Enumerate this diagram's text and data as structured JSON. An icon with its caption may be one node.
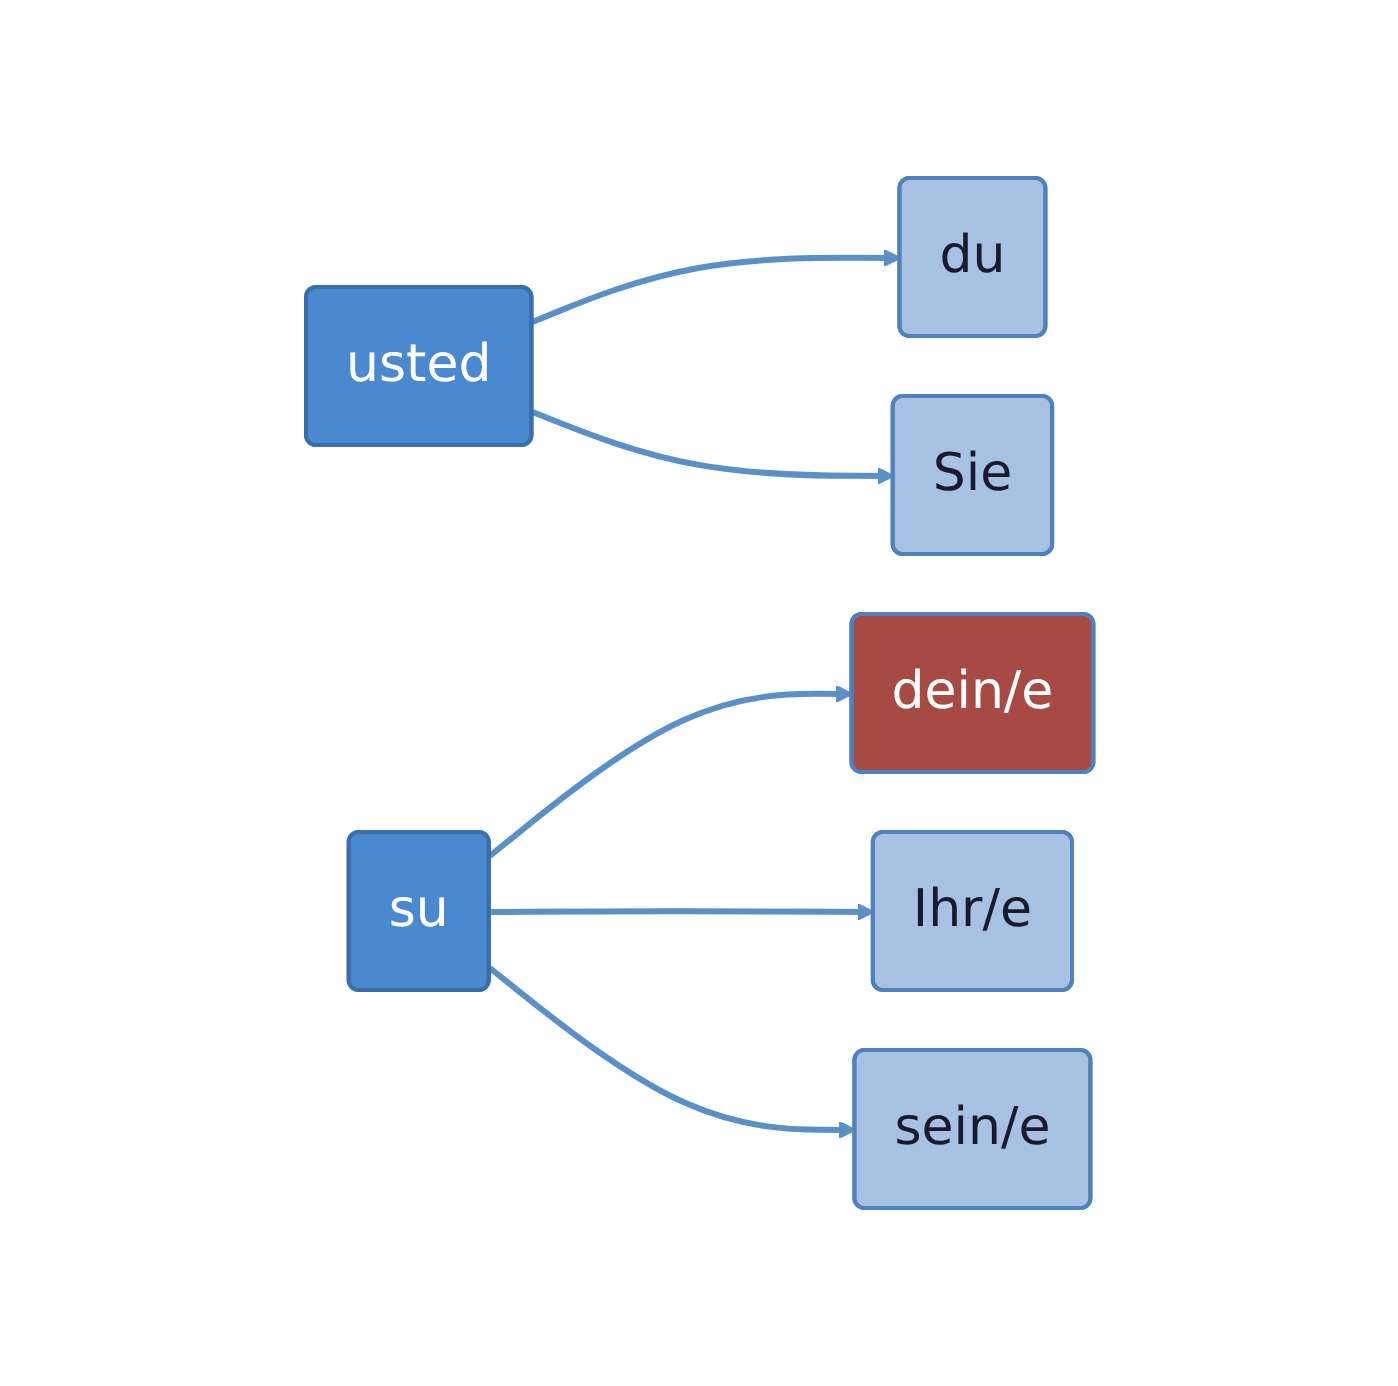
{
  "diagram": {
    "nodes": [
      {
        "text": [
          "usted"
        ]
      },
      {
        "text": [
          "du"
        ]
      },
      {
        "text": [
          "Sie"
        ]
      },
      {
        "text": [
          "su"
        ]
      },
      {
        "text": [
          "dein/e"
        ]
      },
      {
        "text": [
          "Ihr/e"
        ]
      },
      {
        "text": [
          "sein/e"
        ]
      }
    ],
    "edges": [
      {
        "from": 0,
        "to": 1,
        "arrow": "to"
      },
      {
        "from": 0,
        "to": 2,
        "arrow": "to"
      },
      {
        "from": 3,
        "to": 4,
        "arrow": "to"
      },
      {
        "from": 3,
        "to": 5,
        "arrow": "to"
      },
      {
        "from": 3,
        "to": 6,
        "arrow": "to"
      }
    ]
  }
}
